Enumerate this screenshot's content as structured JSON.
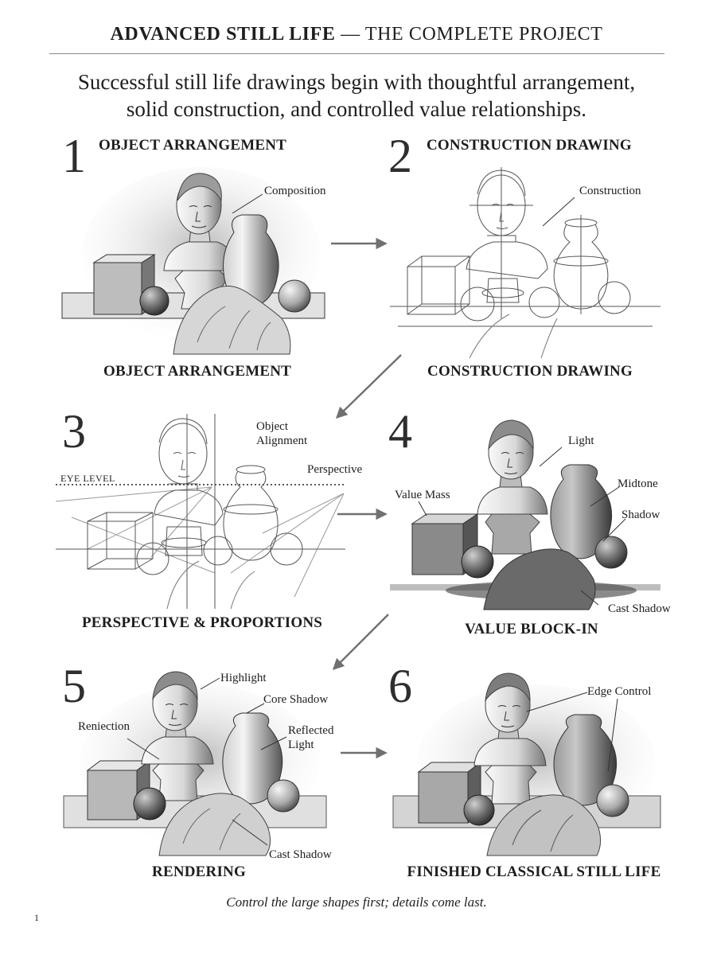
{
  "header": {
    "title_bold": "ADVANCED STILL LIFE",
    "title_rest": " — THE COMPLETE PROJECT",
    "subtitle_line1": "Successful still life drawings begin with thoughtful arrangement,",
    "subtitle_line2": "solid construction, and controlled value relationships."
  },
  "steps": [
    {
      "number": "1",
      "heading": "OBJECT ARRANGEMENT",
      "caption": "OBJECT ARRANGEMENT",
      "labels": [
        "Composition"
      ]
    },
    {
      "number": "2",
      "heading": "CONSTRUCTION DRAWING",
      "caption": "CONSTRUCTION DRAWING",
      "labels": [
        "Construction"
      ]
    },
    {
      "number": "3",
      "heading": "",
      "caption": "PERSPECTIVE & PROPORTIONS",
      "labels": [
        "Object Alignment",
        "Perspective",
        "EYE LEVEL"
      ]
    },
    {
      "number": "4",
      "heading": "",
      "caption": "VALUE BLOCK-IN",
      "labels": [
        "Light",
        "Midtone",
        "Value Mass",
        "Shadow",
        "Cast Shadow"
      ]
    },
    {
      "number": "5",
      "heading": "",
      "caption": "RENDERING",
      "labels": [
        "Highlight",
        "Core Shadow",
        "Reniection",
        "Reflected Light",
        "Cast Shadow"
      ]
    },
    {
      "number": "6",
      "heading": "",
      "caption": "FINISHED CLASSICAL STILL LIFE",
      "labels": [
        "Edge Control"
      ]
    }
  ],
  "footer": {
    "note": "Control the large shapes first; details come last.",
    "page_number": "1"
  },
  "colors": {
    "ink": "#1e1e1e",
    "rule": "#888888",
    "arrow": "#707070"
  }
}
